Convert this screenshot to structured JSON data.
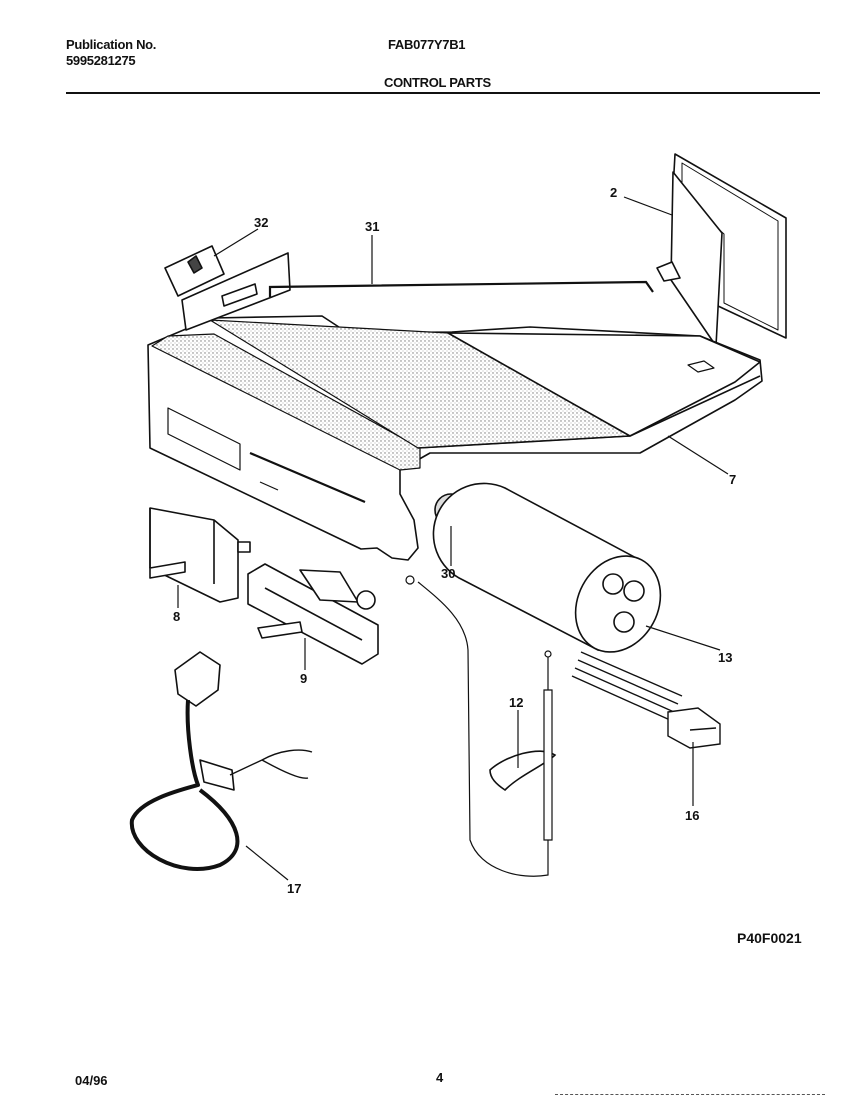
{
  "header": {
    "publication_label": "Publication No.",
    "publication_number": "5995281275",
    "model_number": "FAB077Y7B1",
    "section_title": "CONTROL PARTS"
  },
  "callouts": {
    "c2": "2",
    "c32": "32",
    "c31": "31",
    "c7": "7",
    "c30": "30",
    "c13": "13",
    "c8": "8",
    "c9": "9",
    "c12": "12",
    "c16": "16",
    "c17": "17"
  },
  "footer": {
    "drawing_code": "P40F0021",
    "date": "04/96",
    "page_number": "4"
  }
}
